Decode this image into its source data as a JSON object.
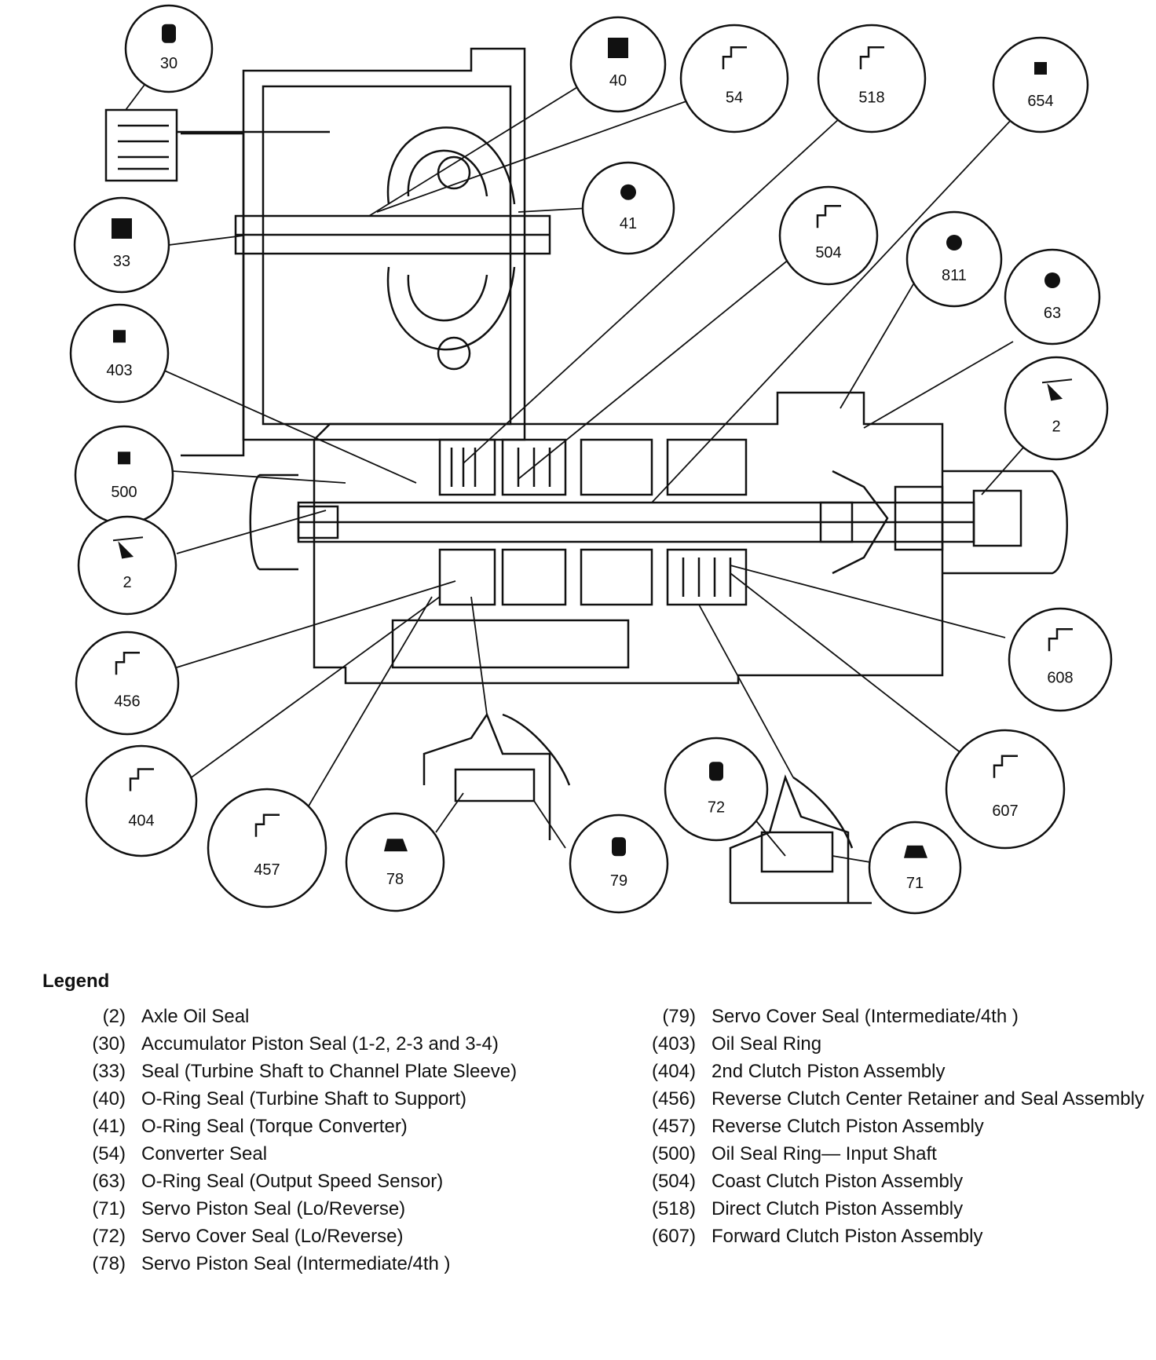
{
  "callouts": [
    {
      "id": "30",
      "label": "30",
      "marker": "rounded-block"
    },
    {
      "id": "40",
      "label": "40",
      "marker": "square"
    },
    {
      "id": "54",
      "label": "54",
      "marker": "seal-profile"
    },
    {
      "id": "518",
      "label": "518",
      "marker": "seal-profile"
    },
    {
      "id": "654",
      "label": "654",
      "marker": "small-square"
    },
    {
      "id": "41",
      "label": "41",
      "marker": "dot"
    },
    {
      "id": "33",
      "label": "33",
      "marker": "square"
    },
    {
      "id": "504",
      "label": "504",
      "marker": "seal-profile"
    },
    {
      "id": "811",
      "label": "811",
      "marker": "dot"
    },
    {
      "id": "63",
      "label": "63",
      "marker": "dot"
    },
    {
      "id": "403",
      "label": "403",
      "marker": "small-square"
    },
    {
      "id": "2a",
      "label": "2",
      "marker": "lip-seal"
    },
    {
      "id": "500",
      "label": "500",
      "marker": "small-square"
    },
    {
      "id": "2b",
      "label": "2",
      "marker": "lip-seal"
    },
    {
      "id": "608",
      "label": "608",
      "marker": "seal-profile"
    },
    {
      "id": "456",
      "label": "456",
      "marker": "seal-profile"
    },
    {
      "id": "607",
      "label": "607",
      "marker": "seal-profile"
    },
    {
      "id": "72",
      "label": "72",
      "marker": "rounded-block"
    },
    {
      "id": "404",
      "label": "404",
      "marker": "seal-profile"
    },
    {
      "id": "457",
      "label": "457",
      "marker": "seal-profile"
    },
    {
      "id": "78",
      "label": "78",
      "marker": "trapezoid"
    },
    {
      "id": "79",
      "label": "79",
      "marker": "rounded-block"
    },
    {
      "id": "71",
      "label": "71",
      "marker": "trapezoid"
    }
  ],
  "legend": {
    "title": "Legend",
    "left": [
      {
        "num": "(2)",
        "desc": "Axle Oil Seal"
      },
      {
        "num": "(30)",
        "desc": "Accumulator Piston Seal (1-2, 2-3 and 3-4)"
      },
      {
        "num": "(33)",
        "desc": "Seal (Turbine Shaft to Channel Plate Sleeve)"
      },
      {
        "num": "(40)",
        "desc": "O-Ring Seal (Turbine Shaft to Support)"
      },
      {
        "num": "(41)",
        "desc": "O-Ring Seal (Torque Converter)"
      },
      {
        "num": "(54)",
        "desc": "Converter Seal"
      },
      {
        "num": "(63)",
        "desc": "O-Ring Seal (Output Speed Sensor)"
      },
      {
        "num": "(71)",
        "desc": "Servo Piston Seal (Lo/Reverse)"
      },
      {
        "num": "(72)",
        "desc": "Servo Cover Seal (Lo/Reverse)"
      },
      {
        "num": "(78)",
        "desc": "Servo Piston Seal (Intermediate/4th )"
      }
    ],
    "right": [
      {
        "num": "(79)",
        "desc": "Servo Cover Seal (Intermediate/4th )"
      },
      {
        "num": "(403)",
        "desc": "Oil Seal Ring"
      },
      {
        "num": "(404)",
        "desc": "2nd Clutch Piston Assembly"
      },
      {
        "num": "(456)",
        "desc": "Reverse Clutch Center Retainer and Seal Assembly"
      },
      {
        "num": "(457)",
        "desc": "Reverse Clutch Piston Assembly"
      },
      {
        "num": "(500)",
        "desc": "Oil Seal Ring— Input Shaft"
      },
      {
        "num": "(504)",
        "desc": "Coast Clutch Piston Assembly"
      },
      {
        "num": "(518)",
        "desc": "Direct Clutch Piston Assembly"
      },
      {
        "num": "(607)",
        "desc": "Forward Clutch Piston Assembly"
      }
    ]
  }
}
